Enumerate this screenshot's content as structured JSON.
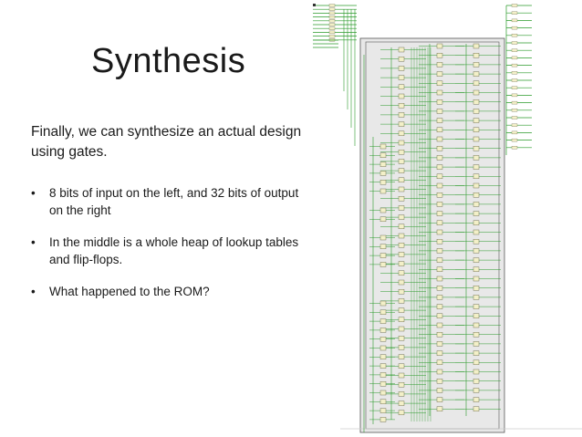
{
  "slide": {
    "title": "Synthesis",
    "intro": "Finally, we can synthesize an actual design using gates.",
    "bullets": [
      "8 bits of input on the left, and 32 bits of output on the right",
      "In the middle is a whole heap of lookup tables and flip-flops.",
      "What happened to the ROM?"
    ]
  },
  "schematic": {
    "colors": {
      "wire": "#2a9a2a",
      "cell_fill": "#f3f0c8",
      "cell_stroke": "#5a5a3a",
      "frame": "#555555",
      "panel": "#e8e8e8"
    },
    "input_bits": 8,
    "output_bits": 32
  }
}
